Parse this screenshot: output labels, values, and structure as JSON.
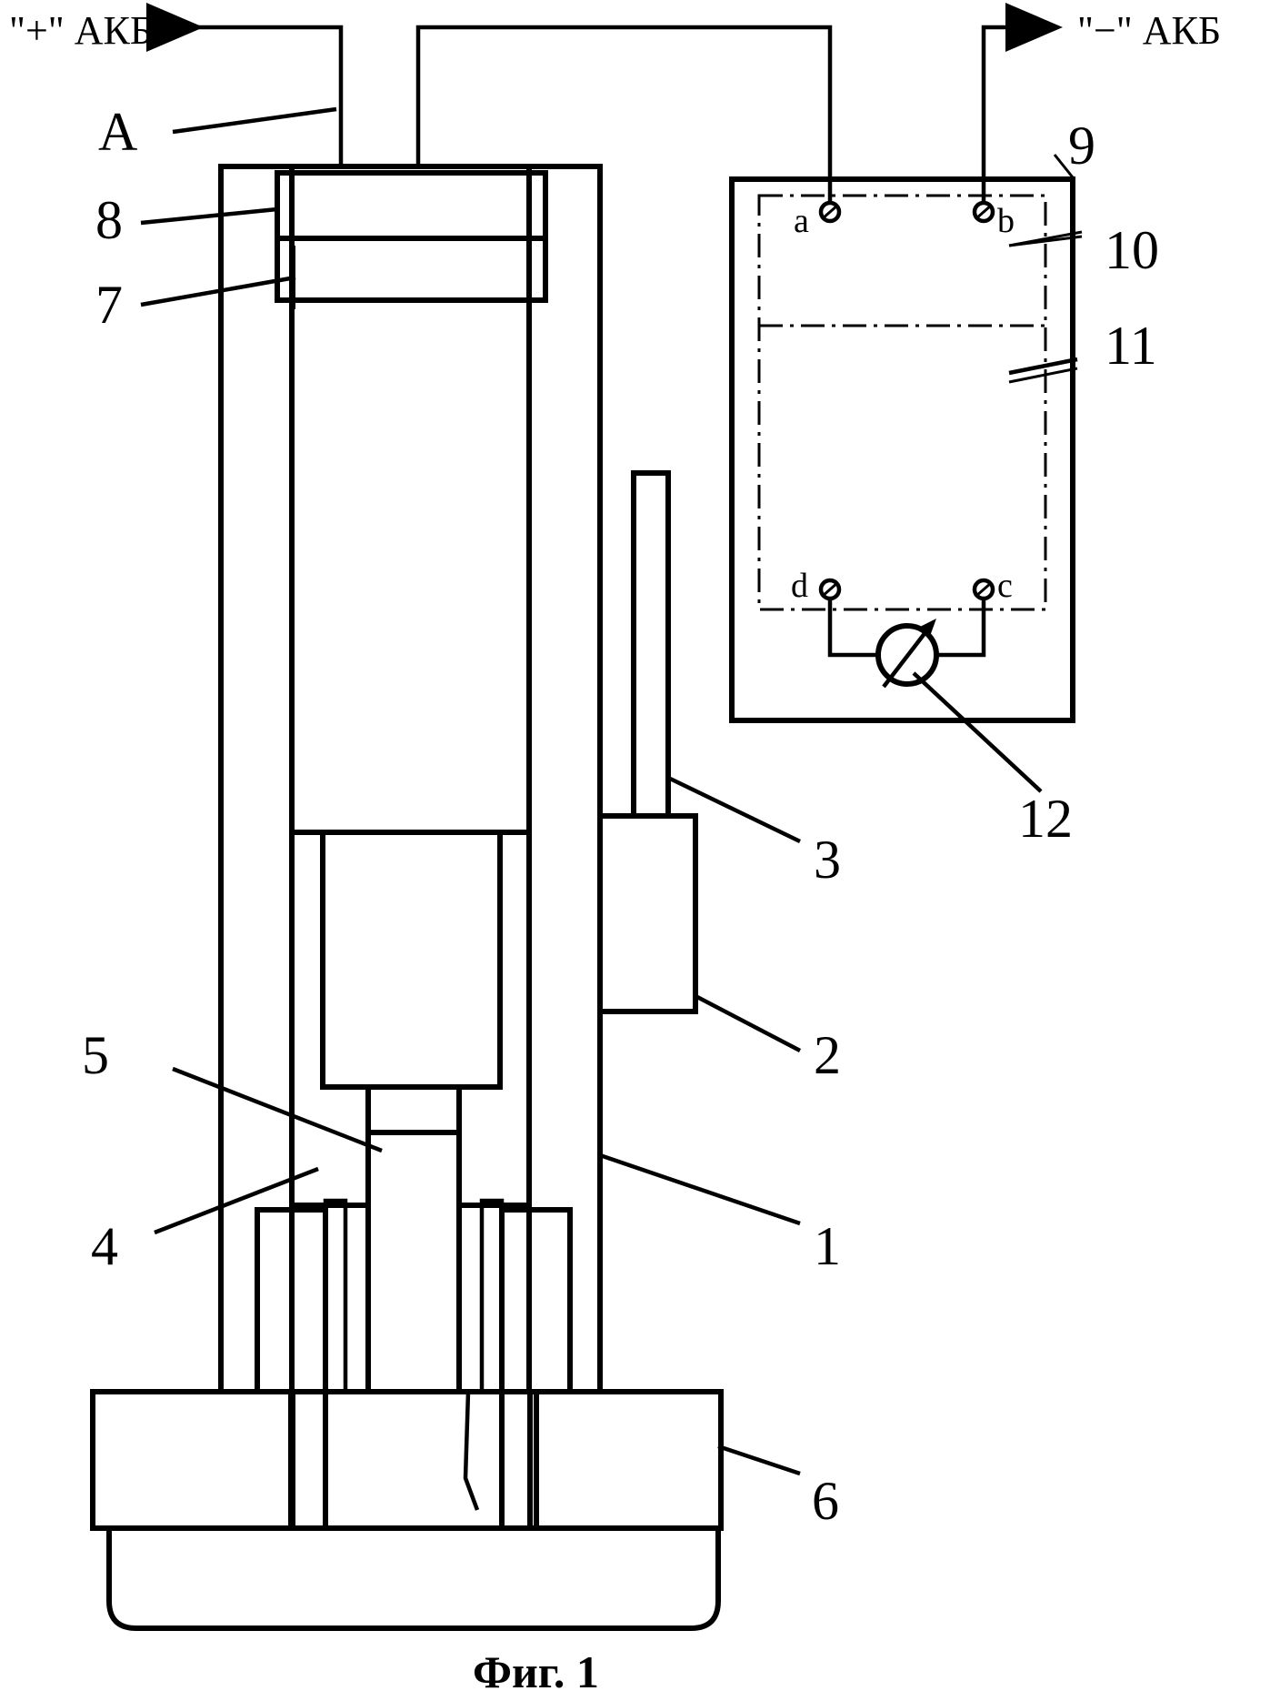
{
  "figure": {
    "caption": "Фиг. 1",
    "terminal_plus": "\"+\" АКБ",
    "terminal_minus": "\"−\" АКБ",
    "point_label": "A",
    "part_labels": [
      "1",
      "2",
      "3",
      "4",
      "5",
      "6",
      "7",
      "8",
      "9",
      "10",
      "11",
      "12"
    ],
    "meter_terminals": [
      "a",
      "b",
      "c",
      "d"
    ]
  }
}
